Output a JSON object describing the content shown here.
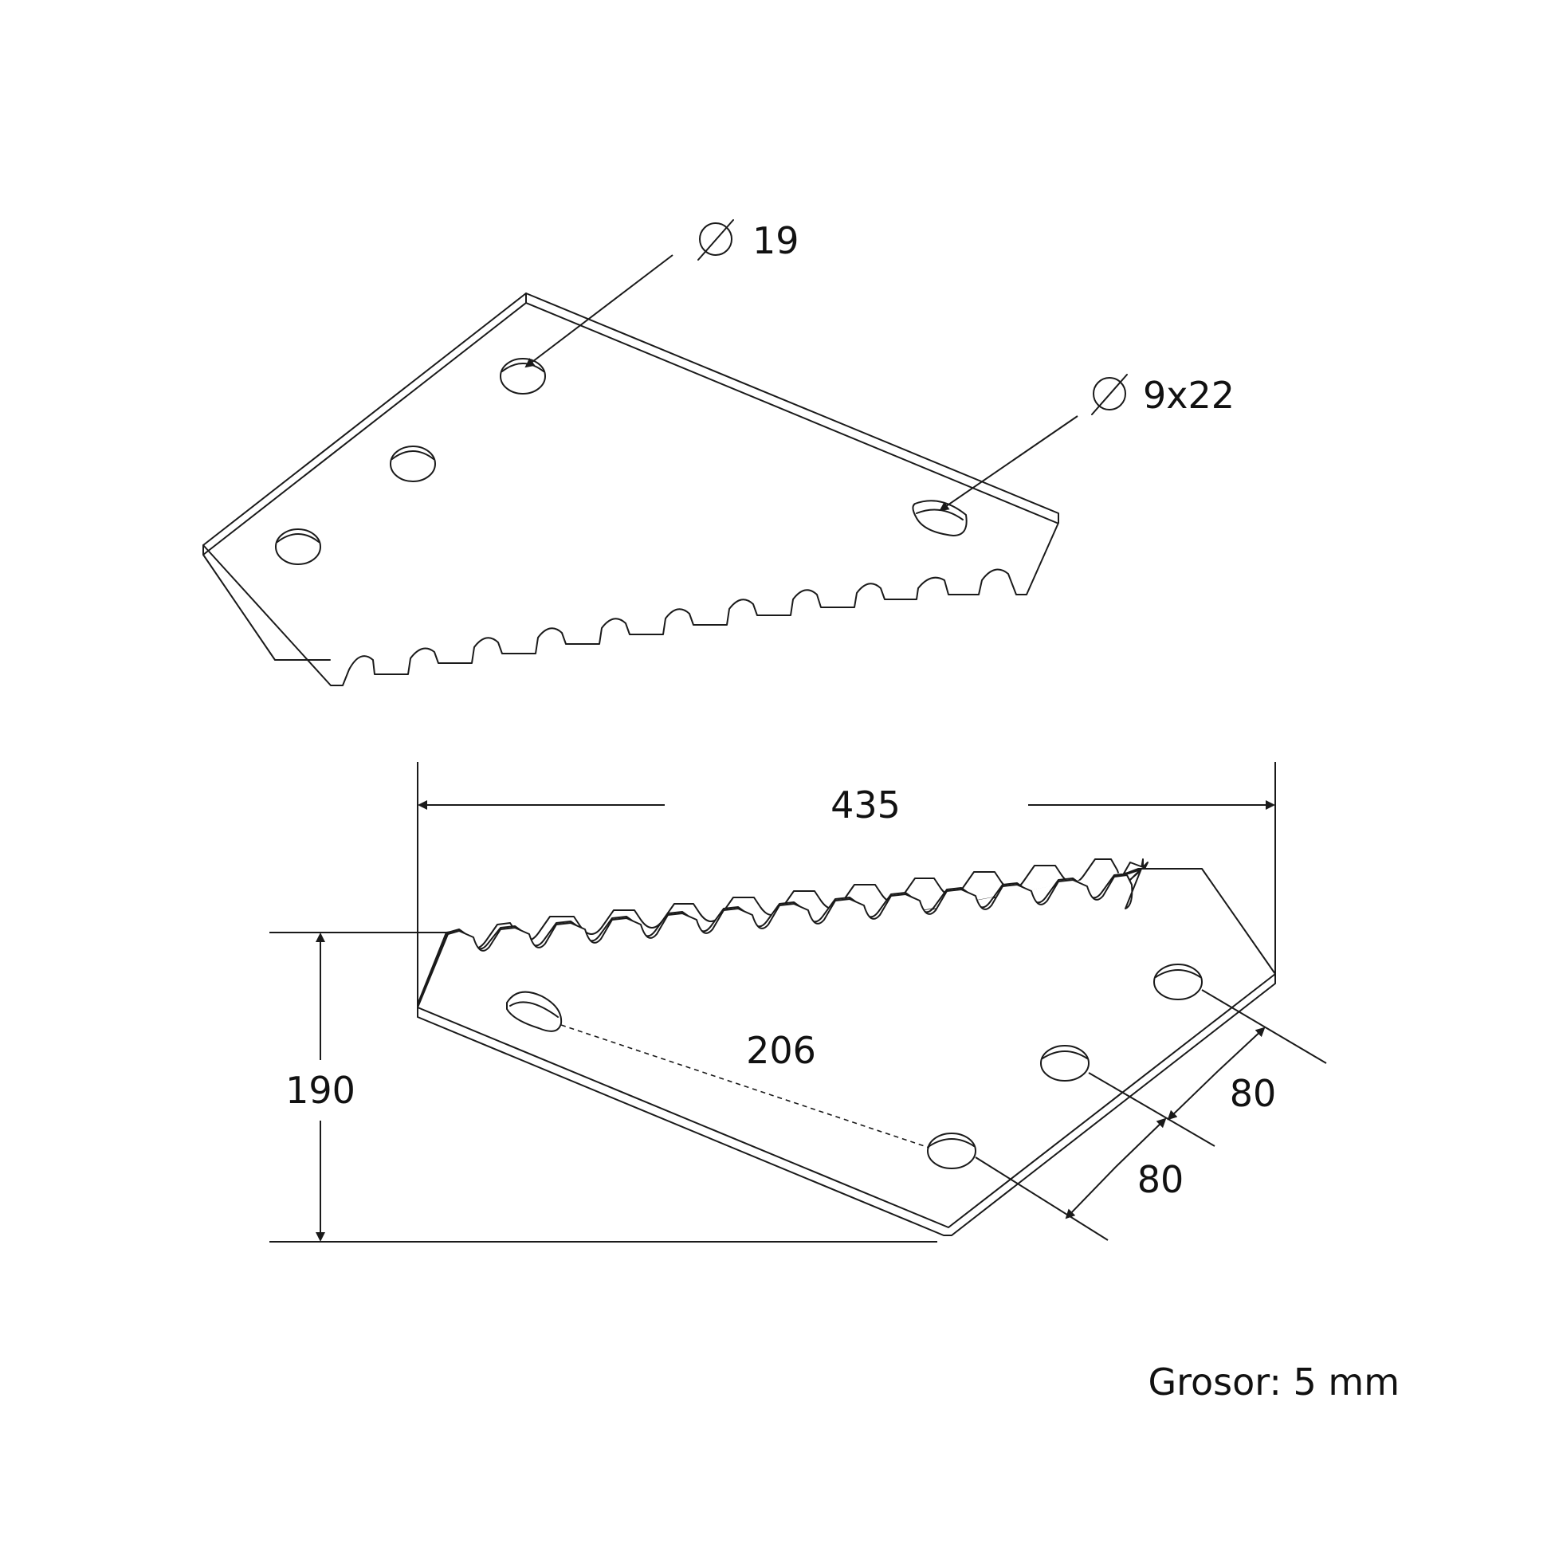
{
  "callouts": {
    "round_hole_diameter": "19",
    "slot_size": "9x22"
  },
  "dimensions": {
    "overall_length": "435",
    "height": "190",
    "slot_to_hole_distance": "206",
    "hole_spacing_1": "80",
    "hole_spacing_2": "80"
  },
  "note": {
    "thickness": "Grosor: 5 mm"
  },
  "icons": {
    "diameter_symbol": "diameter-icon"
  }
}
